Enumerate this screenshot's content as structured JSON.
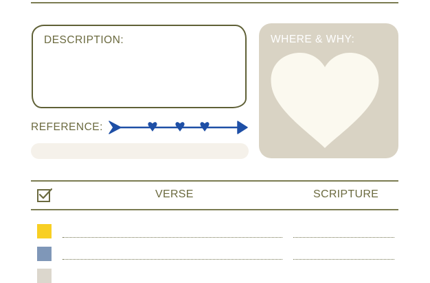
{
  "labels": {
    "description": "DESCRIPTION:",
    "reference": "REFERENCE:",
    "where_why": "WHERE & WHY:"
  },
  "table": {
    "columns": [
      "VERSE",
      "SCRIPTURE"
    ],
    "rows": [
      {
        "swatch_color": "#f8cf23"
      },
      {
        "swatch_color": "#7f97b8"
      },
      {
        "swatch_color": "#dcd7cd"
      }
    ]
  },
  "colors": {
    "accent_olive": "#6b6a3f",
    "arrow_blue": "#1e4fa6",
    "panel_beige": "#d9d3c4",
    "heart_cream": "#fbf9ef"
  },
  "icons": {
    "checkbox": "checkbox-checked-icon",
    "reference_arrow": "heart-arrow-icon",
    "heart": "heart-icon"
  }
}
